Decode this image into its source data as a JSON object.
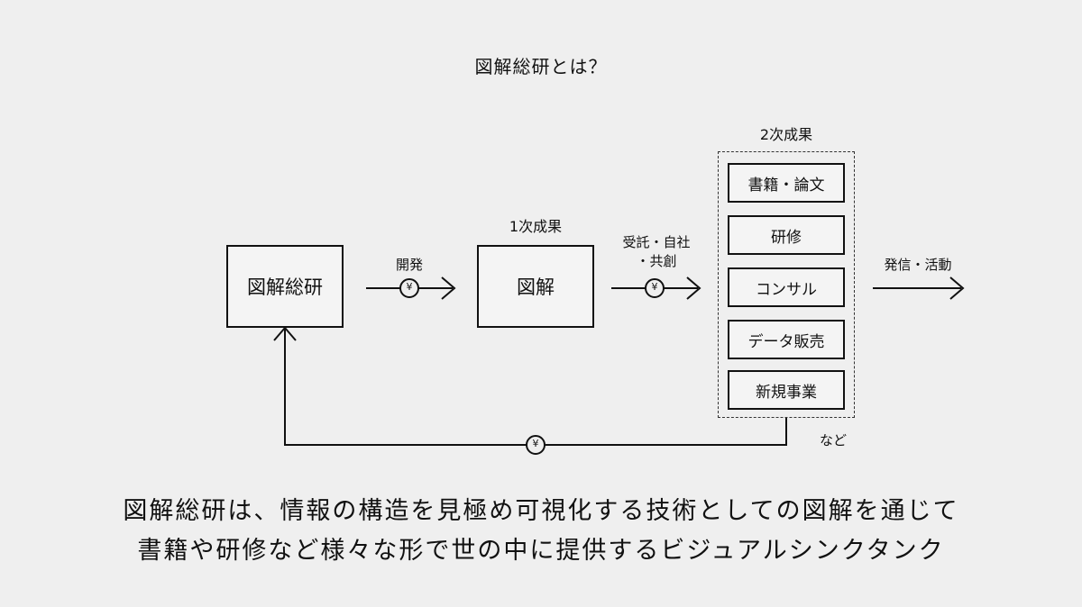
{
  "title": "図解総研とは？",
  "nodes": {
    "org": "図解総研",
    "primary": "図解"
  },
  "labels": {
    "develop": "開発",
    "primary_result": "1次成果",
    "commission_line1": "受託・自社",
    "commission_line2": "・共創",
    "secondary_result": "2次成果",
    "dissemination": "発信・活動",
    "etc": "など"
  },
  "secondary_items": [
    "書籍・論文",
    "研修",
    "コンサル",
    "データ販売",
    "新規事業"
  ],
  "currency_symbol": "¥",
  "description": {
    "line1": "図解総研は、情報の構造を見極め可視化する技術としての図解を通じて",
    "line2": "書籍や研修など様々な形で世の中に提供するビジュアルシンクタンク"
  }
}
